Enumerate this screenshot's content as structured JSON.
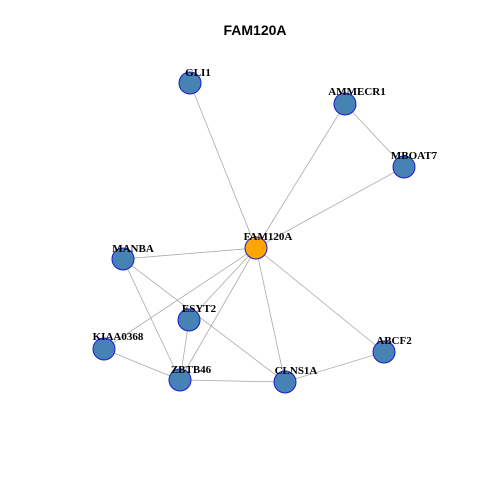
{
  "title": "FAM120A",
  "colors": {
    "focus_node": "#FFA500",
    "node": "#4682B4",
    "node_border": "#1A1ACD",
    "edge": "#AAAAAA"
  },
  "nodes": [
    {
      "id": "FAM120A",
      "label": "FAM120A",
      "focus": true
    },
    {
      "id": "GLI1",
      "label": "GLI1",
      "focus": false
    },
    {
      "id": "AMMECR1",
      "label": "AMMECR1",
      "focus": false
    },
    {
      "id": "MBOAT7",
      "label": "MBOAT7",
      "focus": false
    },
    {
      "id": "MANBA",
      "label": "MANBA",
      "focus": false
    },
    {
      "id": "ESYT2",
      "label": "ESYT2",
      "focus": false
    },
    {
      "id": "KIAA0368",
      "label": "KIAA0368",
      "focus": false
    },
    {
      "id": "ABCF2",
      "label": "ABCF2",
      "focus": false
    },
    {
      "id": "ZBTB46",
      "label": "ZBTB46",
      "focus": false
    },
    {
      "id": "CLNS1A",
      "label": "CLNS1A",
      "focus": false
    }
  ],
  "edges": [
    [
      "FAM120A",
      "GLI1"
    ],
    [
      "FAM120A",
      "AMMECR1"
    ],
    [
      "FAM120A",
      "MBOAT7"
    ],
    [
      "AMMECR1",
      "MBOAT7"
    ],
    [
      "FAM120A",
      "MANBA"
    ],
    [
      "FAM120A",
      "ESYT2"
    ],
    [
      "FAM120A",
      "KIAA0368"
    ],
    [
      "FAM120A",
      "ZBTB46"
    ],
    [
      "FAM120A",
      "CLNS1A"
    ],
    [
      "FAM120A",
      "ABCF2"
    ],
    [
      "MANBA",
      "ZBTB46"
    ],
    [
      "MANBA",
      "CLNS1A"
    ],
    [
      "ESYT2",
      "ZBTB46"
    ],
    [
      "KIAA0368",
      "ZBTB46"
    ],
    [
      "ZBTB46",
      "CLNS1A"
    ],
    [
      "CLNS1A",
      "ABCF2"
    ]
  ]
}
